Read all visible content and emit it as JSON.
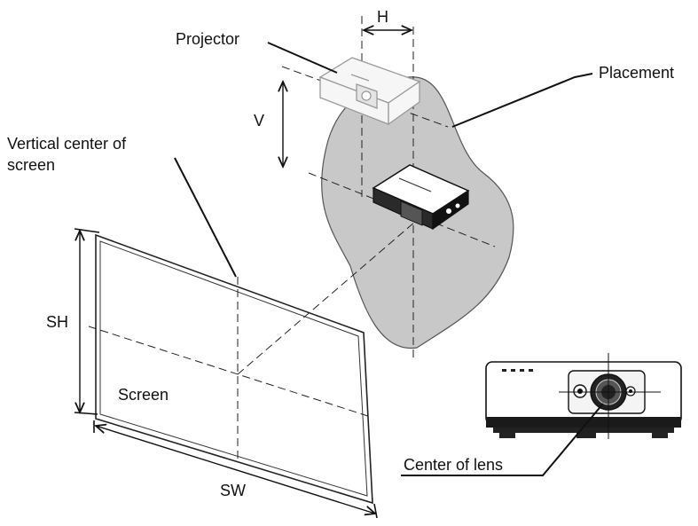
{
  "labels": {
    "h": "H",
    "projector": "Projector",
    "placement": "Placement",
    "v": "V",
    "vertical_center": [
      "Vertical center of",
      "screen"
    ],
    "sh": "SH",
    "screen": "Screen",
    "sw": "SW",
    "center_of_lens": "Center of lens"
  },
  "colors": {
    "placement_region": "#c8c8c8",
    "line": "#111111",
    "projector_body": "#ffffff"
  }
}
